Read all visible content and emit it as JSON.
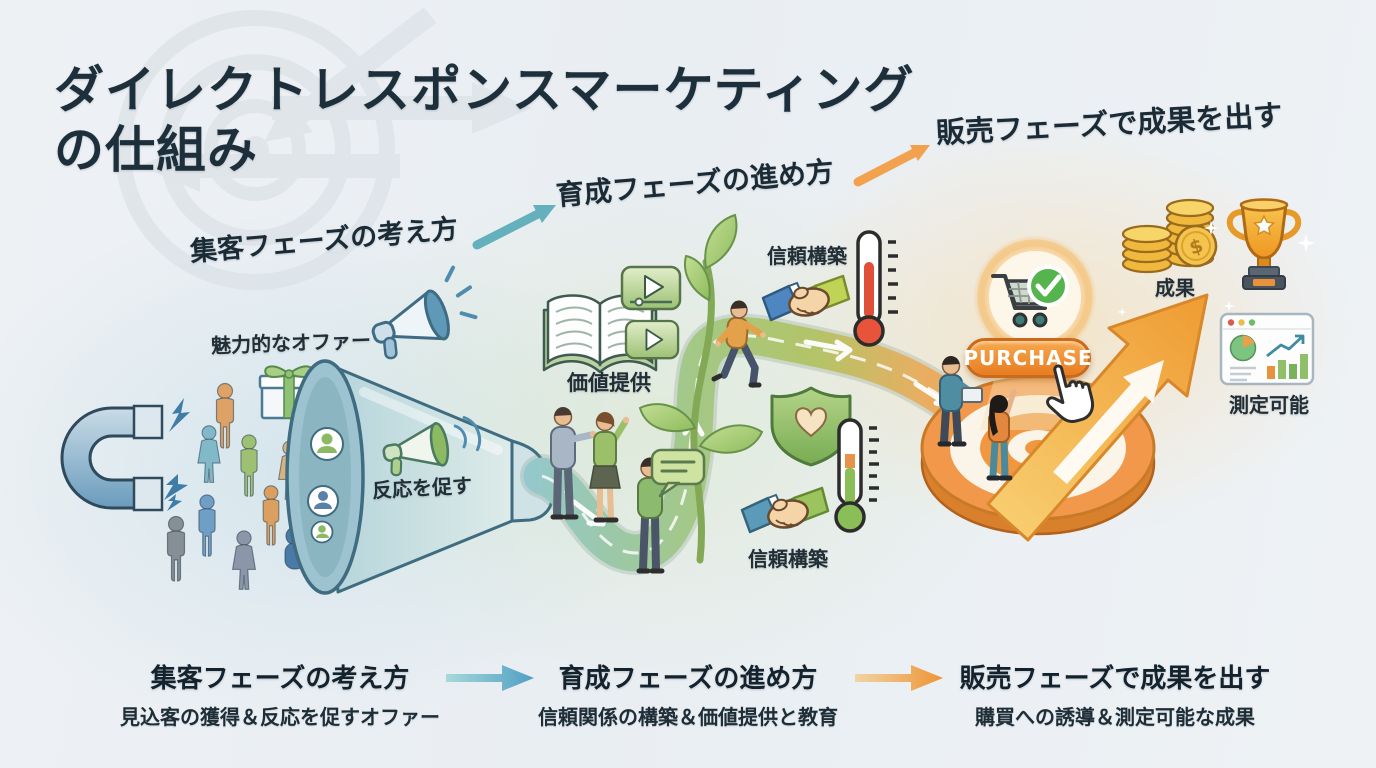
{
  "title": {
    "line1": "ダイレクトレスポンスマーケティング",
    "line2": "の仕組み"
  },
  "phases": {
    "attract": {
      "header": "集客フェーズの考え方",
      "offer_label": "魅力的なオファー",
      "response_label": "反応を促す"
    },
    "nurture": {
      "header": "育成フェーズの進め方",
      "value_label": "価値提供",
      "trust_label_top": "信頼構築",
      "trust_label_bottom": "信頼構築"
    },
    "sell": {
      "header": "販売フェーズで成果を出す",
      "purchase_button": "PURCHASE",
      "results_label": "成果",
      "measurable_label": "測定可能",
      "coin_symbol": "$"
    }
  },
  "summary": {
    "items": [
      {
        "heading": "集客フェーズの考え方",
        "description": "見込客の獲得＆反応を促すオファー"
      },
      {
        "heading": "育成フェーズの進め方",
        "description": "信頼関係の構築＆価値提供と教育"
      },
      {
        "heading": "販売フェーズで成果を出す",
        "description": "購買への誘導＆測定可能な成果"
      }
    ]
  },
  "colors": {
    "title_text": "#1d2f3b",
    "phase_arrow_teal": "#64b0bd",
    "phase_arrow_orange": "#f2a24e",
    "path_teal": "#93c8cf",
    "path_green": "#a9c97e",
    "path_orange": "#f0a050",
    "purchase_button": "#ee8a2e",
    "check_green": "#56b44e",
    "coin_gold": "#f5c44e",
    "magnet_blue": "#6093b5"
  },
  "icons": {
    "watermark-target-icon": "bullseye with arrows",
    "magnet-icon": "horseshoe magnet",
    "lightning-icon": "attraction sparks",
    "gift-box-icon": "free offer gift",
    "megaphone-icon": "promotion megaphone",
    "funnel-icon": "lead capture funnel",
    "avatar-icon": "captured lead",
    "open-book-icon": "educational content",
    "video-play-icon": "video lesson",
    "sprout-icon": "growing relationship",
    "speech-bubble-icon": "dialogue",
    "handshake-icon": "trust handshake",
    "thermometer-icon": "trust temperature",
    "shield-heart-icon": "credibility shield",
    "winding-path-icon": "customer journey path",
    "target-icon": "sales target disc",
    "shopping-cart-icon": "purchase cart",
    "check-circle-icon": "confirmed purchase",
    "hand-cursor-icon": "click cursor",
    "growth-arrow-icon": "soaring results arrow",
    "coins-icon": "revenue coins",
    "trophy-icon": "achievement trophy",
    "analytics-icon": "analytics dashboard",
    "sparkle-icon": "sparkle"
  }
}
